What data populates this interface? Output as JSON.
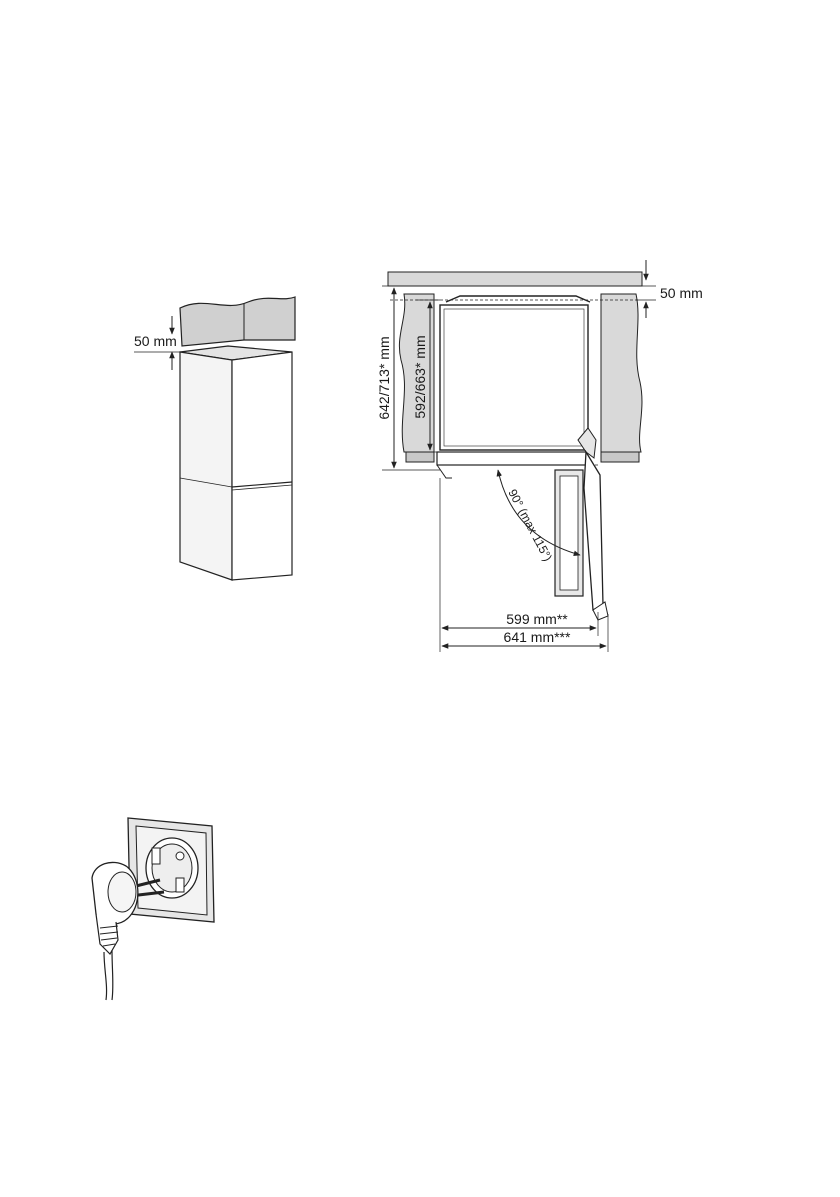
{
  "fridge_clearance": {
    "top_gap": "50 mm"
  },
  "top_view": {
    "top_gap": "50 mm",
    "depth_outer": "642/713* mm",
    "depth_inner": "592/663* mm",
    "door_angle": "90° (max 115°)",
    "width_open": "599 mm**",
    "width_total": "641 mm***"
  },
  "socket_plug": {
    "icon": "socket-plug-icon"
  },
  "colors": {
    "line": "#222222",
    "panel": "#d9d9d9",
    "panel_dark": "#c8c8c8"
  }
}
